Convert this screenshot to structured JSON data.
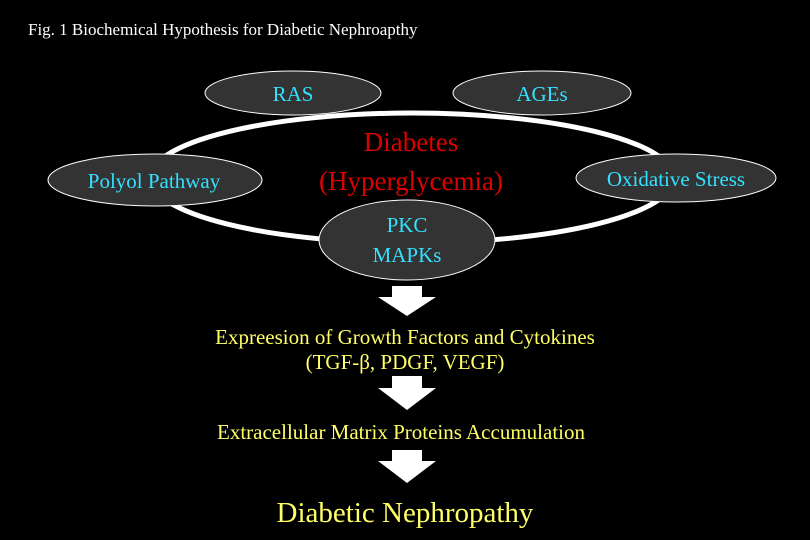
{
  "title": "Fig. 1 Biochemical Hypothesis for Diabetic Nephroapthy",
  "colors": {
    "background": "#000000",
    "node_fill": "#333333",
    "node_border": "#ffffff",
    "node_text": "#33e0ff",
    "center_text": "#dd0000",
    "flow_text": "#ffff66",
    "arrow": "#ffffff",
    "ring": "#ffffff"
  },
  "center": {
    "line1": "Diabetes",
    "line2": "(Hyperglycemia)"
  },
  "nodes": {
    "ras": "RAS",
    "ages": "AGEs",
    "polyol": "Polyol Pathway",
    "oxidative": "Oxidative Stress",
    "pkc_line1": "PKC",
    "pkc_line2": "MAPKs"
  },
  "flow": {
    "growth_line1": "Expreesion of Growth Factors and Cytokines",
    "growth_line2": "(TGF-β, PDGF, VEGF)",
    "matrix": "Extracellular Matrix Proteins Accumulation",
    "outcome": "Diabetic Nephropathy"
  }
}
